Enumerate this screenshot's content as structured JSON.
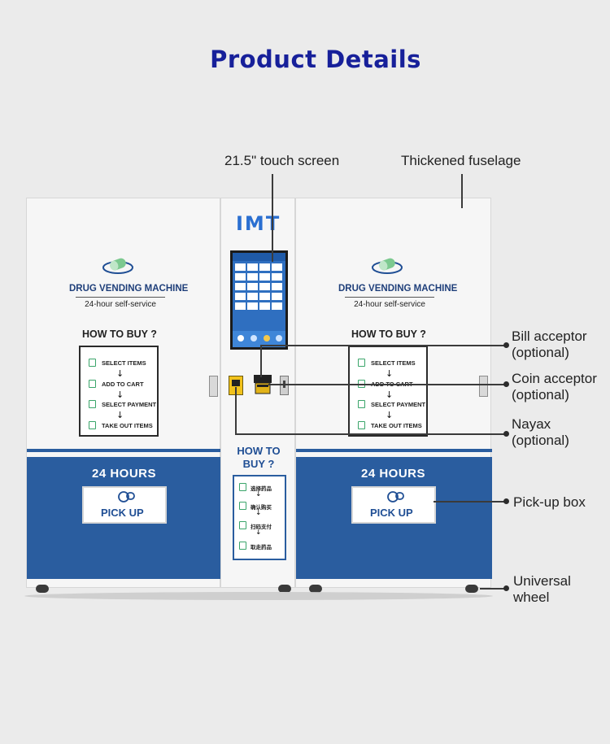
{
  "title": "Product Details",
  "callouts": {
    "touch_screen": "21.5\" touch screen",
    "fuselage": "Thickened fuselage",
    "bill": [
      "Bill acceptor",
      "(optional)"
    ],
    "coin": [
      "Coin acceptor",
      "(optional)"
    ],
    "nayax": [
      "Nayax",
      "(optional)"
    ],
    "pickup_box": "Pick-up box",
    "wheel": [
      "Universal",
      "wheel"
    ]
  },
  "machine": {
    "brand": "IMT",
    "logo_title": "DRUG VENDING MACHINE",
    "logo_subtitle": "24-hour self-service",
    "how_to_buy": "HOW TO BUY ?",
    "steps": [
      "SELECT ITEMS",
      "ADD TO CART",
      "SELECT PAYMENT",
      "TAKE OUT ITEMS"
    ],
    "hours": "24 HOURS",
    "pickup": "PICK UP",
    "center_how_to_buy": [
      "HOW TO",
      "BUY ?"
    ],
    "center_steps": [
      "选择药品",
      "确认购买",
      "扫码支付",
      "取走药品"
    ]
  },
  "colors": {
    "title": "#17209a",
    "machine_blue": "#2a5d9f",
    "accent_green": "#3aa56a",
    "background": "#ebebeb"
  }
}
